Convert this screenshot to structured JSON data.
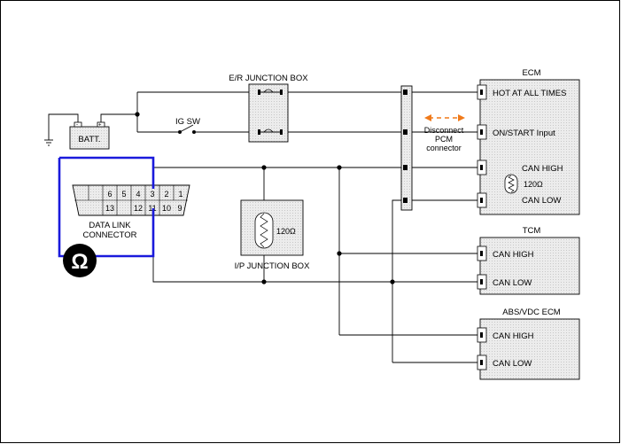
{
  "diagram": {
    "battery_label": "BATT.",
    "ignition_switch_label": "IG SW",
    "er_junction_box_label": "E/R JUNCTION BOX",
    "ip_junction_box_label": "I/P JUNCTION BOX",
    "ip_resistor_label": "120Ω",
    "data_link_connector": {
      "label_line1": "DATA LINK",
      "label_line2": "CONNECTOR",
      "top_pins": [
        "6",
        "5",
        "4",
        "3",
        "2",
        "1"
      ],
      "bottom_pins": [
        "13",
        "12",
        "11",
        "10",
        "9"
      ]
    },
    "disconnect_note": {
      "line1": "Disconnect",
      "line2": "PCM",
      "line3": "connector"
    },
    "ecm": {
      "title": "ECM",
      "hot_at_all_times": "HOT AT ALL TIMES",
      "on_start_input": "ON/START Input",
      "can_high": "CAN HIGH",
      "resistor": "120Ω",
      "can_low": "CAN LOW"
    },
    "tcm": {
      "title": "TCM",
      "can_high": "CAN HIGH",
      "can_low": "CAN LOW"
    },
    "abs_vdc_ecm": {
      "title": "ABS/VDC ECM",
      "can_high": "CAN HIGH",
      "can_low": "CAN LOW"
    },
    "ohm_symbol": "Ω",
    "colors": {
      "module_fill": "#e6e6e6",
      "highlight_blue": "#1a1adc",
      "arrow_orange": "#f07a1a"
    }
  }
}
